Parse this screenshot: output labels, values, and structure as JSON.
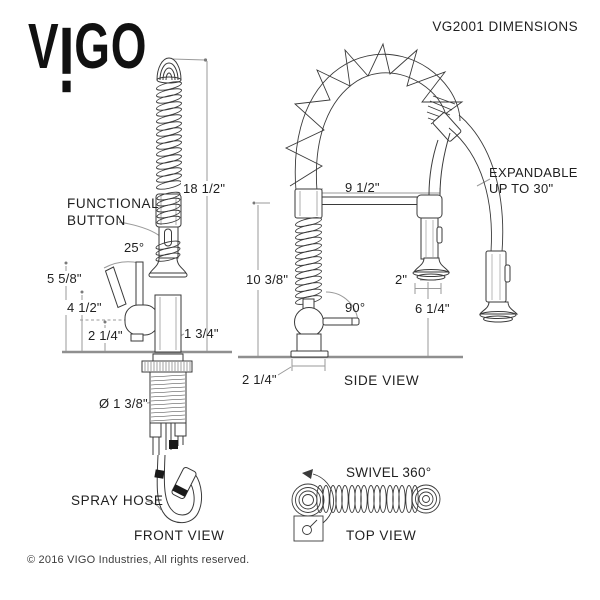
{
  "colors": {
    "background": "#ffffff",
    "ink": "#1f1f1f",
    "line": "#3a3a3a",
    "dim_line": "#9a9a9a",
    "counter": "#8f8f8f",
    "copyright": "#3d3d3d"
  },
  "brand": {
    "name": "VIGO",
    "letter_v": "V",
    "letter_go": "GO"
  },
  "title": "VG2001 DIMENSIONS",
  "front_view": {
    "caption": "FRONT VIEW",
    "functional_button_label": "FUNCTIONAL BUTTON",
    "spray_hose_label": "SPRAY HOSE",
    "overall_height": "18 1/2\"",
    "handle_angle": "25°",
    "handle_height": "5 5/8\"",
    "spout_height": "4 1/2\"",
    "body_height": "2 1/4\"",
    "spout_width": "1 3/4\"",
    "mount_hole_diameter": "Ø 1 3/8\""
  },
  "side_view": {
    "caption": "SIDE VIEW",
    "spout_reach": "9 1/2\"",
    "spout_clearance": "10 3/8\"",
    "handle_rotation": "90°",
    "sprayer_diameter": "2\"",
    "sprayer_clearance": "6 1/4\"",
    "base_diameter": "2 1/4\"",
    "hose_note": "EXPANDABLE UP TO 30\""
  },
  "top_view": {
    "caption": "TOP VIEW",
    "swivel_note": "SWIVEL 360°"
  },
  "footer": {
    "copyright": "© 2016 VIGO Industries, All rights reserved."
  }
}
